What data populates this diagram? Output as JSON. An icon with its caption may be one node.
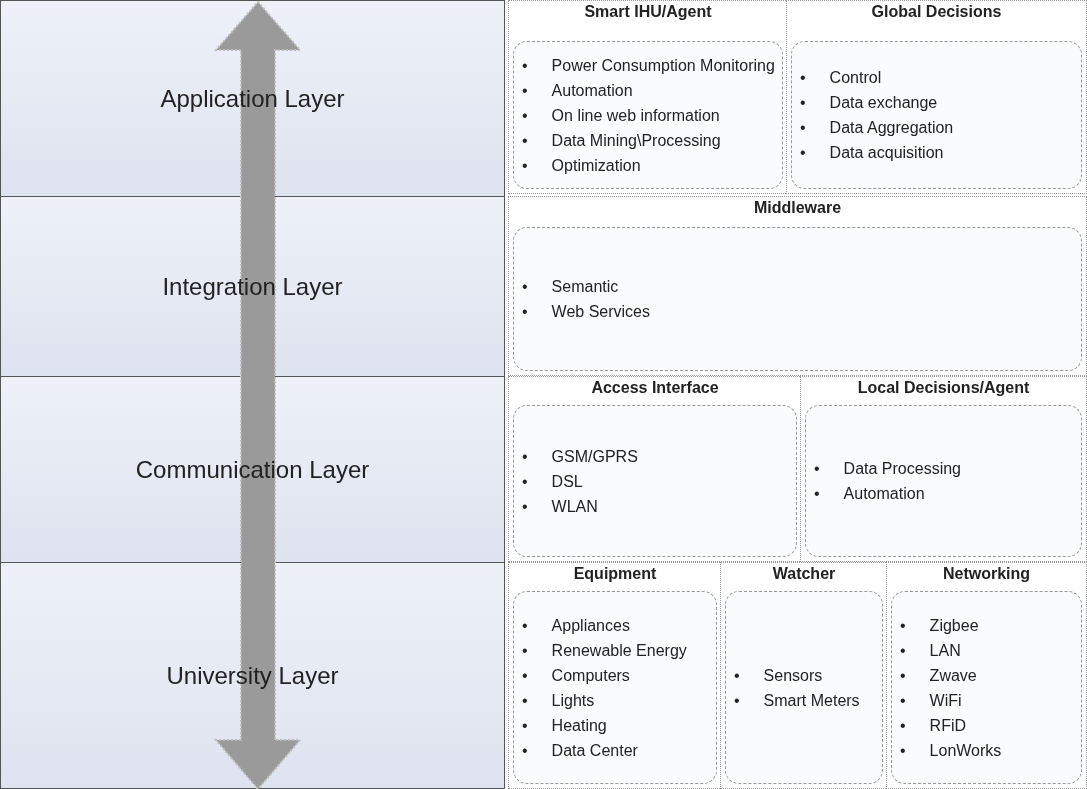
{
  "diagram": {
    "nodes": [
      {
        "text": [
          "Application Layer"
        ]
      },
      {
        "text": [
          "Smart IHU/Agent",
          "• Power Consumption Monitoring",
          "• Automation",
          "• On line web information",
          "• Data Mining\\Processing",
          "• Optimization"
        ]
      },
      {
        "text": [
          "Global Decisions",
          "• Control",
          "• Data exchange",
          "• Data Aggregation",
          "• Data acquisition"
        ]
      },
      {
        "text": [
          "Integration Layer"
        ]
      },
      {
        "text": [
          "Middleware",
          "• Semantic",
          "• Web Services"
        ]
      },
      {
        "text": [
          "Communication Layer"
        ]
      },
      {
        "text": [
          "Access Interface",
          "• GSM/GPRS",
          "• DSL",
          "• WLAN"
        ]
      },
      {
        "text": [
          "Local Decisions/Agent",
          "• Data Processing",
          "• Automation"
        ]
      },
      {
        "text": [
          "University Layer"
        ]
      },
      {
        "text": [
          "Equipment",
          "• Appliances",
          "• Renewable Energy",
          "• Computers",
          "• Lights",
          "• Heating",
          "• Data Center"
        ]
      },
      {
        "text": [
          "Watcher",
          "• Sensors",
          "• Smart Meters"
        ]
      },
      {
        "text": [
          "Networking",
          "• Zigbee",
          "• LAN",
          "• Zwave",
          "• WiFi",
          "• RFiD",
          "• LonWorks"
        ]
      }
    ]
  }
}
